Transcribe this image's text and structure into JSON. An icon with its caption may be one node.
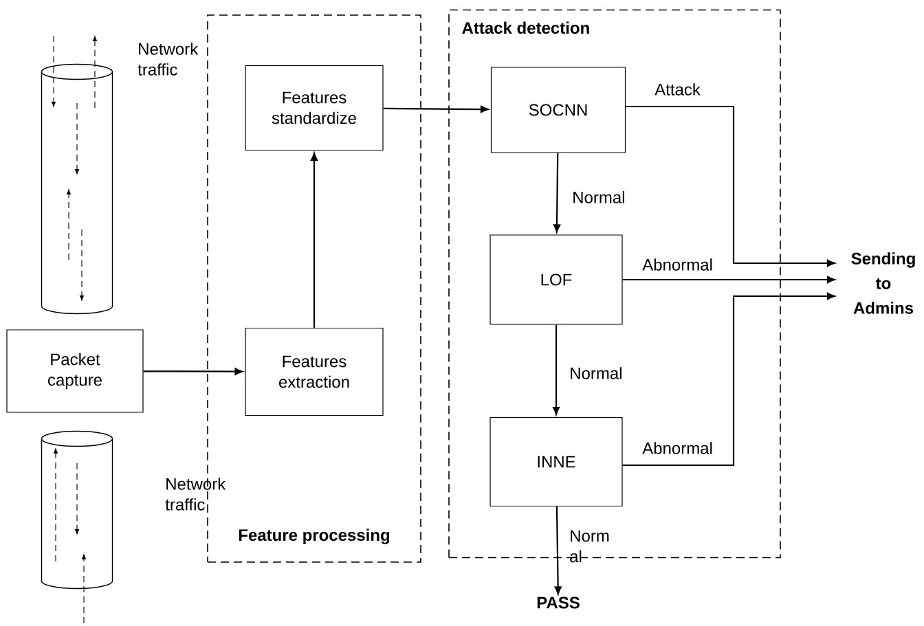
{
  "diagram": {
    "nodes": [
      {
        "text": [
          "Feature processing"
        ]
      },
      {
        "text": [
          "Attack detection"
        ]
      },
      {
        "text": [],
        "shape": "cylinder",
        "beside": [
          "Network traffic"
        ]
      },
      {
        "text": [
          "Packet capture"
        ]
      },
      {
        "text": [],
        "shape": "cylinder",
        "beside": [
          "Network traffic"
        ]
      },
      {
        "text": [
          "Features standardize"
        ],
        "in": 0
      },
      {
        "text": [
          "Features extraction"
        ],
        "in": 0
      },
      {
        "text": [
          "SOCNN"
        ],
        "in": 1
      },
      {
        "text": [
          "LOF"
        ],
        "in": 1
      },
      {
        "text": [
          "INNE"
        ],
        "in": 1
      },
      {
        "text": [
          "**Sending to Admins**"
        ]
      },
      {
        "text": [
          "**PASS**"
        ]
      }
    ],
    "edges": [
      {
        "from": 3,
        "to": 6,
        "arrow": "to"
      },
      {
        "from": 6,
        "to": 5,
        "arrow": "to"
      },
      {
        "from": 5,
        "to": 7,
        "arrow": "to"
      },
      {
        "from": 7,
        "to": 8,
        "arrow": "to",
        "label": "Normal"
      },
      {
        "from": 8,
        "to": 9,
        "arrow": "to",
        "label": "Normal"
      },
      {
        "from": 9,
        "to": 11,
        "arrow": "to",
        "label": "Norm al"
      },
      {
        "from": 7,
        "to": 10,
        "arrow": "to",
        "label": "Attack"
      },
      {
        "from": 8,
        "to": 10,
        "arrow": "to",
        "label": "Abnormal"
      },
      {
        "from": 9,
        "to": 10,
        "arrow": "to",
        "label": "Abnormal"
      }
    ]
  }
}
